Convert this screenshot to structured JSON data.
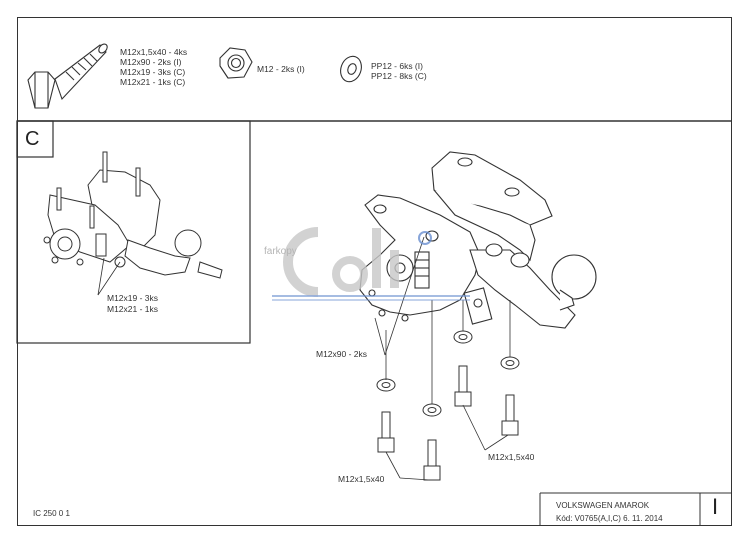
{
  "hardware": {
    "bolt_lines": [
      "M12x1,5x40 - 4ks",
      "M12x90 - 2ks (I)",
      "M12x19 - 3ks (C)",
      "M12x21 - 1ks (C)"
    ],
    "nut_line": "M12 - 2ks (I)",
    "washer_lines": [
      "PP12 - 6ks (I)",
      "PP12 - 8ks (C)"
    ]
  },
  "panel_c": {
    "letter": "C",
    "bolt_labels": [
      "M12x19 - 3ks",
      "M12x21 - 1ks"
    ]
  },
  "main_view": {
    "label_m12x90": "M12x90 - 2ks",
    "label_bolt_right": "M12x1,5x40",
    "label_bolt_bottom": "M12x1,5x40",
    "watermark_text": "farkopy"
  },
  "footer": {
    "code": "IC 250 0 1",
    "vehicle": "VOLKSWAGEN AMAROK",
    "kod_line": "Kód: V0765(A,I,C)  6. 11. 2014",
    "page": "I"
  },
  "colors": {
    "line": "#333333",
    "watermark": "#c8c8c8",
    "watermark_blue": "#6a8fd0"
  }
}
